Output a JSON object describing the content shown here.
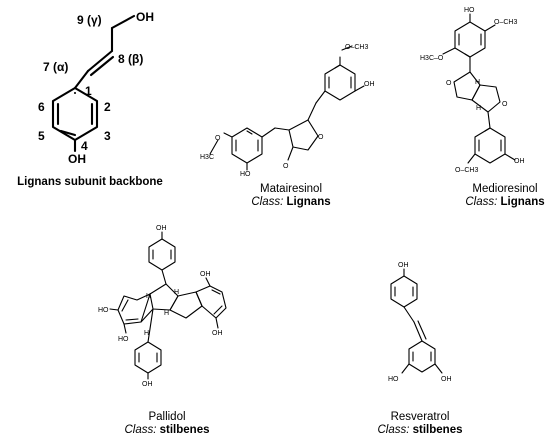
{
  "backbone": {
    "caption": "Lignans subunit backbone",
    "labels": {
      "c9": "9 (γ)",
      "c8": "8 (β)",
      "c7": "7 (α)",
      "c1": "1",
      "c2": "2",
      "c3": "3",
      "c4": "4",
      "c5": "5",
      "c6": "6",
      "oh_top": "OH",
      "oh_bottom": "OH"
    }
  },
  "compounds": [
    {
      "name": "Matairesinol",
      "class_prefix": "Class:",
      "class_value": "Lignans"
    },
    {
      "name": "Medioresinol",
      "class_prefix": "Class:",
      "class_value": "Lignans"
    },
    {
      "name": "Pallidol",
      "class_prefix": "Class:",
      "class_value": "stilbenes"
    },
    {
      "name": "Resveratrol",
      "class_prefix": "Class:",
      "class_value": "stilbenes"
    }
  ],
  "atom_labels": {
    "oh": "OH",
    "ho": "HO",
    "o": "O",
    "h": "H",
    "methoxy": "O–CH3",
    "methoxy_left": "H3C–O"
  }
}
